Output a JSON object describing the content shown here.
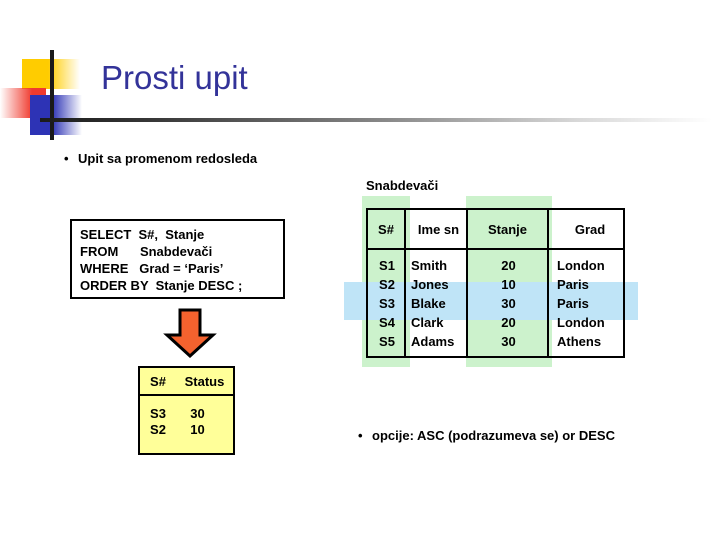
{
  "slide": {
    "title": "Prosti upit",
    "bullet_1": "Upit sa promenom redosleda",
    "bullet_2": "opcije:  ASC (podrazumeva se) or  DESC",
    "bullet_marker": "•"
  },
  "sql": {
    "line_1": "SELECT  S#,  Stanje",
    "line_2": "FROM      Snabdevači",
    "line_3": "WHERE   Grad = ‘Paris’",
    "line_4": "ORDER BY  Stanje DESC ;"
  },
  "result_table": {
    "headers": [
      "S#",
      "Status"
    ],
    "rows": [
      [
        "S3",
        "30"
      ],
      [
        "S2",
        "10"
      ]
    ]
  },
  "suppliers_table": {
    "caption": "Snabdevači",
    "headers": [
      "S#",
      "Ime sn",
      "Stanje",
      "Grad"
    ],
    "rows": [
      [
        "S1",
        "Smith",
        "20",
        "London"
      ],
      [
        "S2",
        "Jones",
        "10",
        "Paris"
      ],
      [
        "S3",
        "Blake",
        "30",
        "Paris"
      ],
      [
        "S4",
        "Clark",
        "20",
        "London"
      ],
      [
        "S5",
        "Adams",
        "30",
        "Athens"
      ]
    ]
  },
  "colors": {
    "title": "#333399",
    "highlight_column": "#CCF2CC",
    "highlight_row": "#BFE4F7",
    "result_box": "#FFFF99",
    "arrow": "#F4622E",
    "logo_yellow": "#FFCC00",
    "logo_red": "#F03A2E",
    "logo_blue": "#2D33B5"
  }
}
